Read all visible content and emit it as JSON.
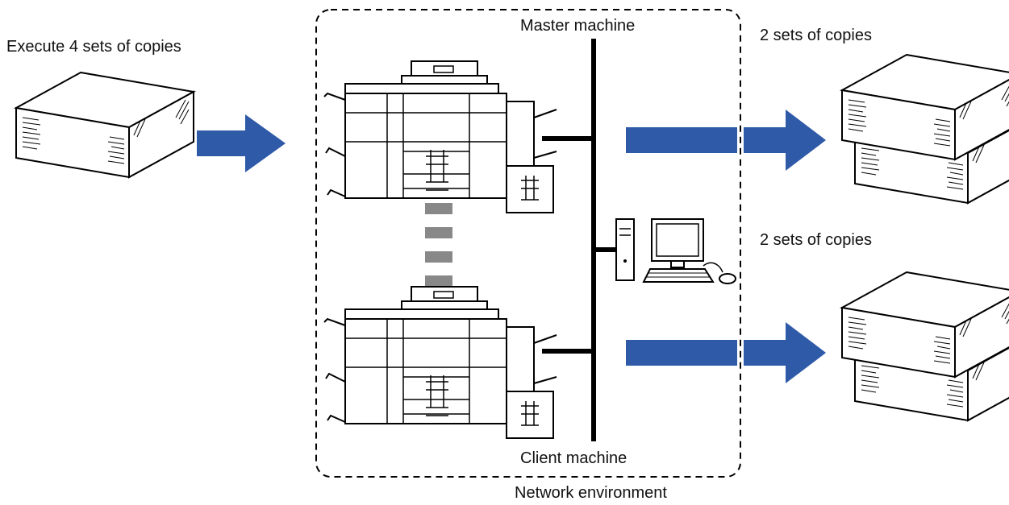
{
  "labels": {
    "input": "Execute 4 sets of copies",
    "master": "Master machine",
    "client": "Client machine",
    "network": "Network environment",
    "output_top": "2 sets of copies",
    "output_bottom": "2 sets of copies"
  },
  "colors": {
    "arrow": "#2E5AA8",
    "link": "#888888",
    "line": "#000000",
    "paper": "#ffffff"
  },
  "icons": [
    "document-stack-icon",
    "printer-icon",
    "computer-icon",
    "arrow-right-icon"
  ]
}
